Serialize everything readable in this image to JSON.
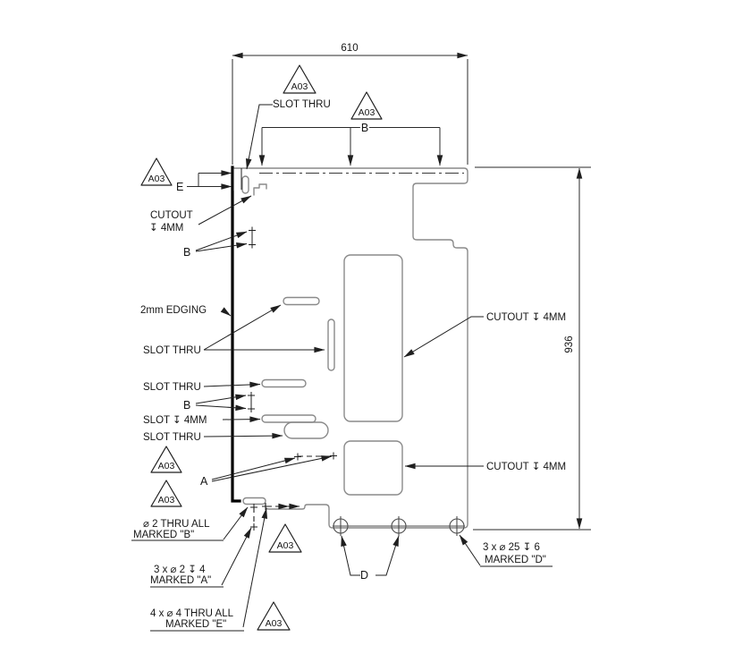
{
  "drawing": {
    "dimensions": {
      "width": "610",
      "height": "936"
    },
    "revision_marker": "A03",
    "labels": {
      "slot_thru": "SLOT THRU",
      "cutout_line1": "CUTOUT",
      "cutout_line2": "↧ 4MM",
      "cutout_4mm": "CUTOUT ↧ 4MM",
      "edging": "2mm EDGING",
      "slot_4mm": "SLOT ↧ 4MM"
    },
    "callouts": {
      "holes_b": {
        "line1": "⌀ 2 THRU ALL",
        "line2": "MARKED \"B\""
      },
      "holes_a": {
        "line1": "3 x ⌀ 2 ↧ 4",
        "line2": "MARKED \"A\""
      },
      "holes_e": {
        "line1": "4 x ⌀ 4 THRU ALL",
        "line2": "MARKED \"E\""
      },
      "holes_d": {
        "line1": "3 x ⌀ 25 ↧ 6",
        "line2": "MARKED \"D\""
      }
    },
    "references": {
      "a": "A",
      "b": "B",
      "d": "D",
      "e": "E"
    },
    "colors": {
      "background": "#ffffff",
      "panel_outline": "#8a8a8a",
      "annotation": "#1f1f1f",
      "edging_line": "#000000"
    }
  }
}
